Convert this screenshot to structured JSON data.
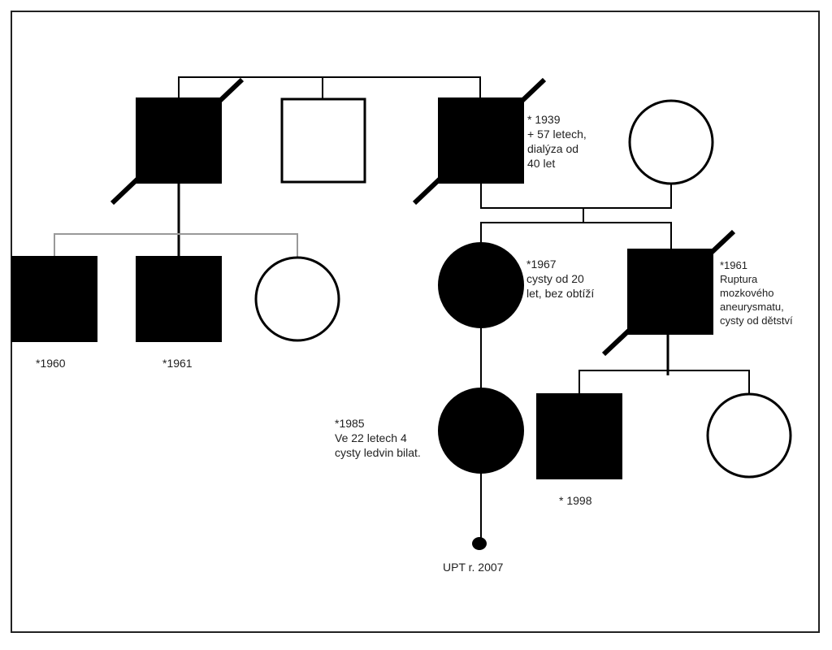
{
  "pedigree": {
    "members": [
      {
        "id": "g1-brother-left",
        "sex": "male",
        "affected": true,
        "deceased": true
      },
      {
        "id": "g1-brother-middle",
        "sex": "male",
        "affected": false,
        "deceased": false
      },
      {
        "id": "g1-father",
        "sex": "male",
        "affected": true,
        "deceased": true
      },
      {
        "id": "g1-mother",
        "sex": "female",
        "affected": false,
        "deceased": false
      },
      {
        "id": "g2-cousin-1",
        "sex": "male",
        "affected": true,
        "deceased": false
      },
      {
        "id": "g2-cousin-2",
        "sex": "male",
        "affected": true,
        "deceased": false
      },
      {
        "id": "g2-cousin-3",
        "sex": "female",
        "affected": false,
        "deceased": false
      },
      {
        "id": "g2-daughter",
        "sex": "female",
        "affected": true,
        "deceased": false
      },
      {
        "id": "g2-son",
        "sex": "male",
        "affected": true,
        "deceased": true
      },
      {
        "id": "g3-granddaughter",
        "sex": "female",
        "affected": true,
        "deceased": false
      },
      {
        "id": "g3-grandson",
        "sex": "male",
        "affected": true,
        "deceased": false
      },
      {
        "id": "g3-granddaughter-2",
        "sex": "female",
        "affected": false,
        "deceased": false
      },
      {
        "id": "g4-pregnancy",
        "sex": "unknown",
        "affected": true,
        "deceased": false
      }
    ],
    "labels": {
      "g1_father": "* 1939\n+ 57 letech,\ndialýza od\n40 let",
      "g2_cousin_1": "*1960",
      "g2_cousin_2": "*1961",
      "g2_daughter": "*1967\ncysty od 20\nlet, bez obtíží",
      "g2_son": "*1961\nRuptura\nmozkového\naneurysmatu,\ncysty od dětství",
      "g3_granddaughter": "*1985\nVe 22 letech 4\ncysty ledvin bilat.",
      "g3_grandson": "* 1998",
      "g4_pregnancy": "UPT r. 2007"
    },
    "colors": {
      "affected": "#000000",
      "unaffected": "#ffffff",
      "line": "#000000",
      "cousin_line": "#999999"
    }
  }
}
